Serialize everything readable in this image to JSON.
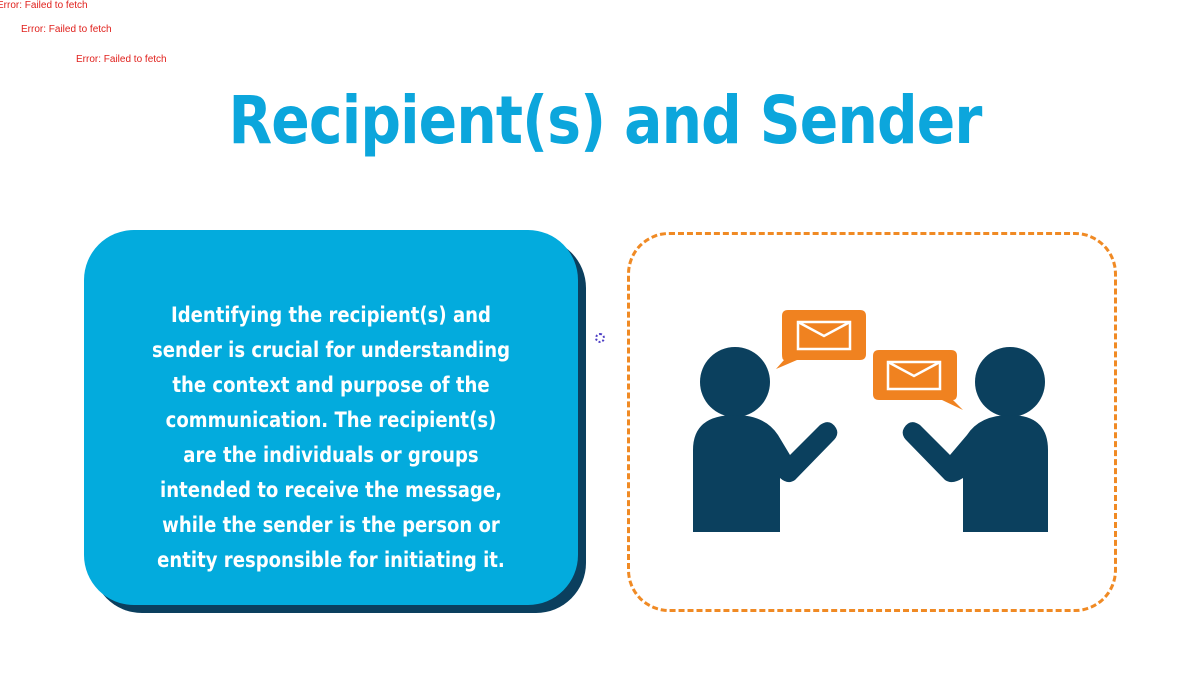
{
  "errors": [
    "Error: Failed to fetch",
    "Error: Failed to fetch",
    "Error: Failed to fetch"
  ],
  "slide": {
    "title": "Recipient(s) and Sender",
    "body": "Identifying the recipient(s) and sender is crucial for understanding the context and purpose of the communication. The recipient(s) are the individuals or groups intended to receive the message, while the sender is the person or entity responsible for initiating it."
  },
  "colors": {
    "title": "#0ca6dc",
    "card": "#03abdd",
    "card_shadow": "#0b3f5e",
    "frame": "#f08a24",
    "person": "#0b405e",
    "bubble": "#f08220",
    "error": "#e0201c"
  },
  "illustration": {
    "icons": [
      "person-icon",
      "speech-bubble-envelope-icon",
      "speech-bubble-envelope-icon",
      "person-icon"
    ]
  }
}
